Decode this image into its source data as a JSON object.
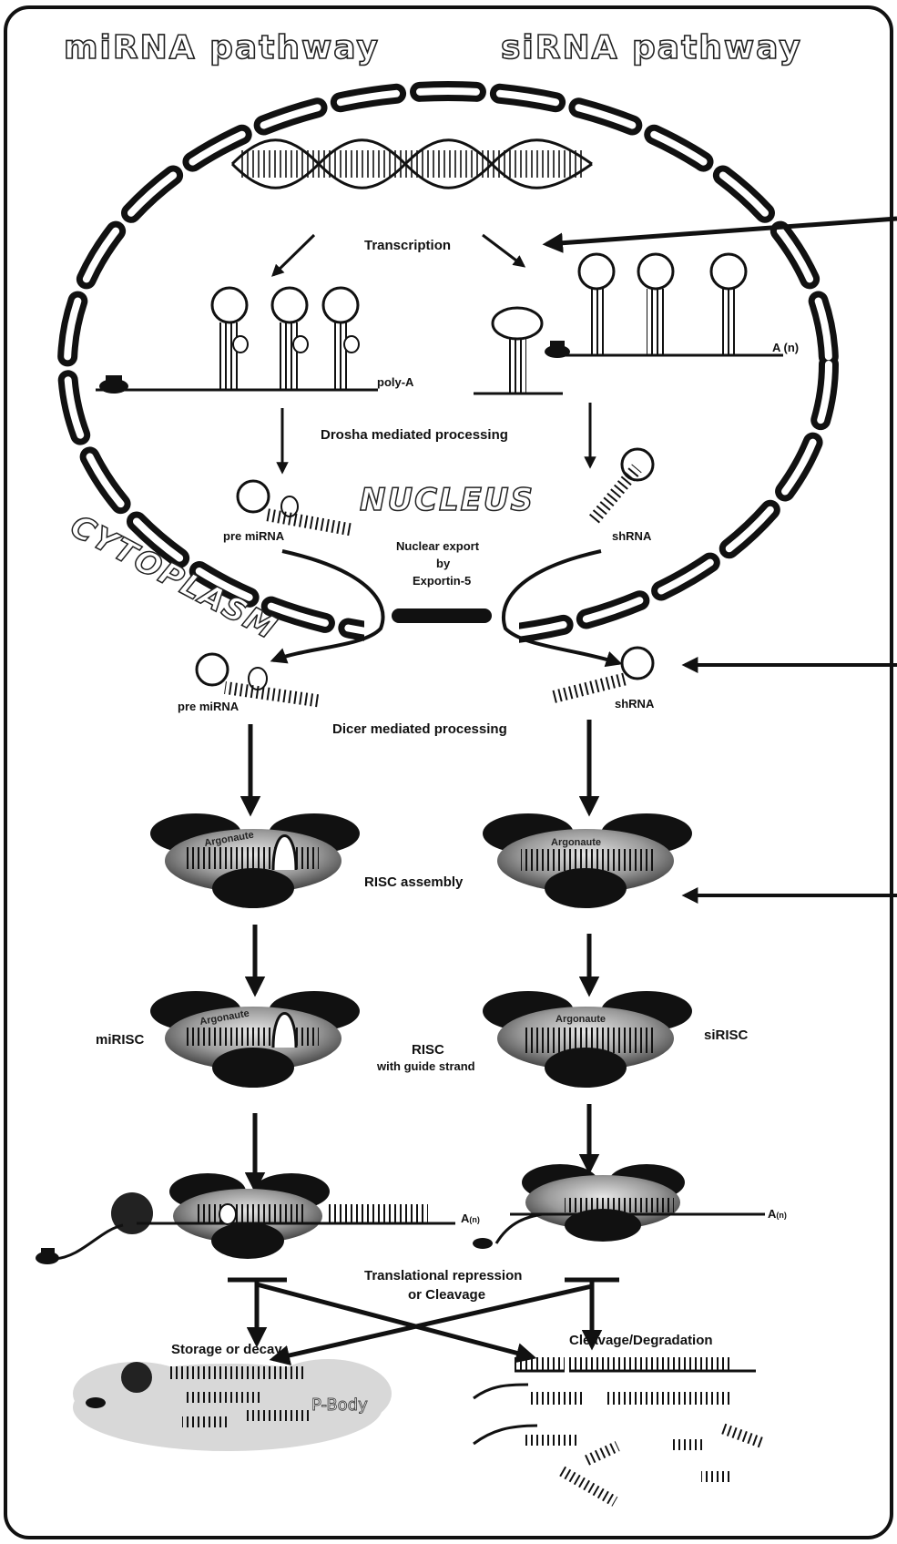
{
  "titles": {
    "mirna_pathway": "miRNA pathway",
    "sirna_pathway": "siRNA pathway"
  },
  "regions": {
    "nucleus": "NUCLEUS",
    "cytoplasm": "CYTOPLASM",
    "p_body": "P-Body"
  },
  "labels": {
    "transcription": "Transcription",
    "poly_a": "poly-A",
    "a_n_nucleus": "A (n)",
    "drosha": "Drosha mediated processing",
    "pre_mirna_nucleus": "pre miRNA",
    "shrna_nucleus": "shRNA",
    "export_line1": "Nuclear export",
    "export_line2": "by",
    "export_line3": "Exportin-5",
    "pre_mirna_cyto": "pre miRNA",
    "shrna_cyto": "shRNA",
    "dicer": "Dicer mediated processing",
    "risc_assembly": "RISC assembly",
    "mirisc": "miRISC",
    "sirisc": "siRISC",
    "risc": "RISC",
    "guide_strand": "with guide strand",
    "argonaute": "Argonaute",
    "a_n_left": "A",
    "a_n_right": "A",
    "n_sub": "(n)",
    "repression_line1": "Translational repression",
    "repression_line2": "or Cleavage",
    "storage": "Storage or decay",
    "cleavage": "Cleavage/Degradation"
  },
  "colors": {
    "ink": "#111111",
    "protein_light": "#bdbdbd",
    "protein_dark": "#1a1a1a",
    "pbody_fill": "#d8d8d8"
  }
}
